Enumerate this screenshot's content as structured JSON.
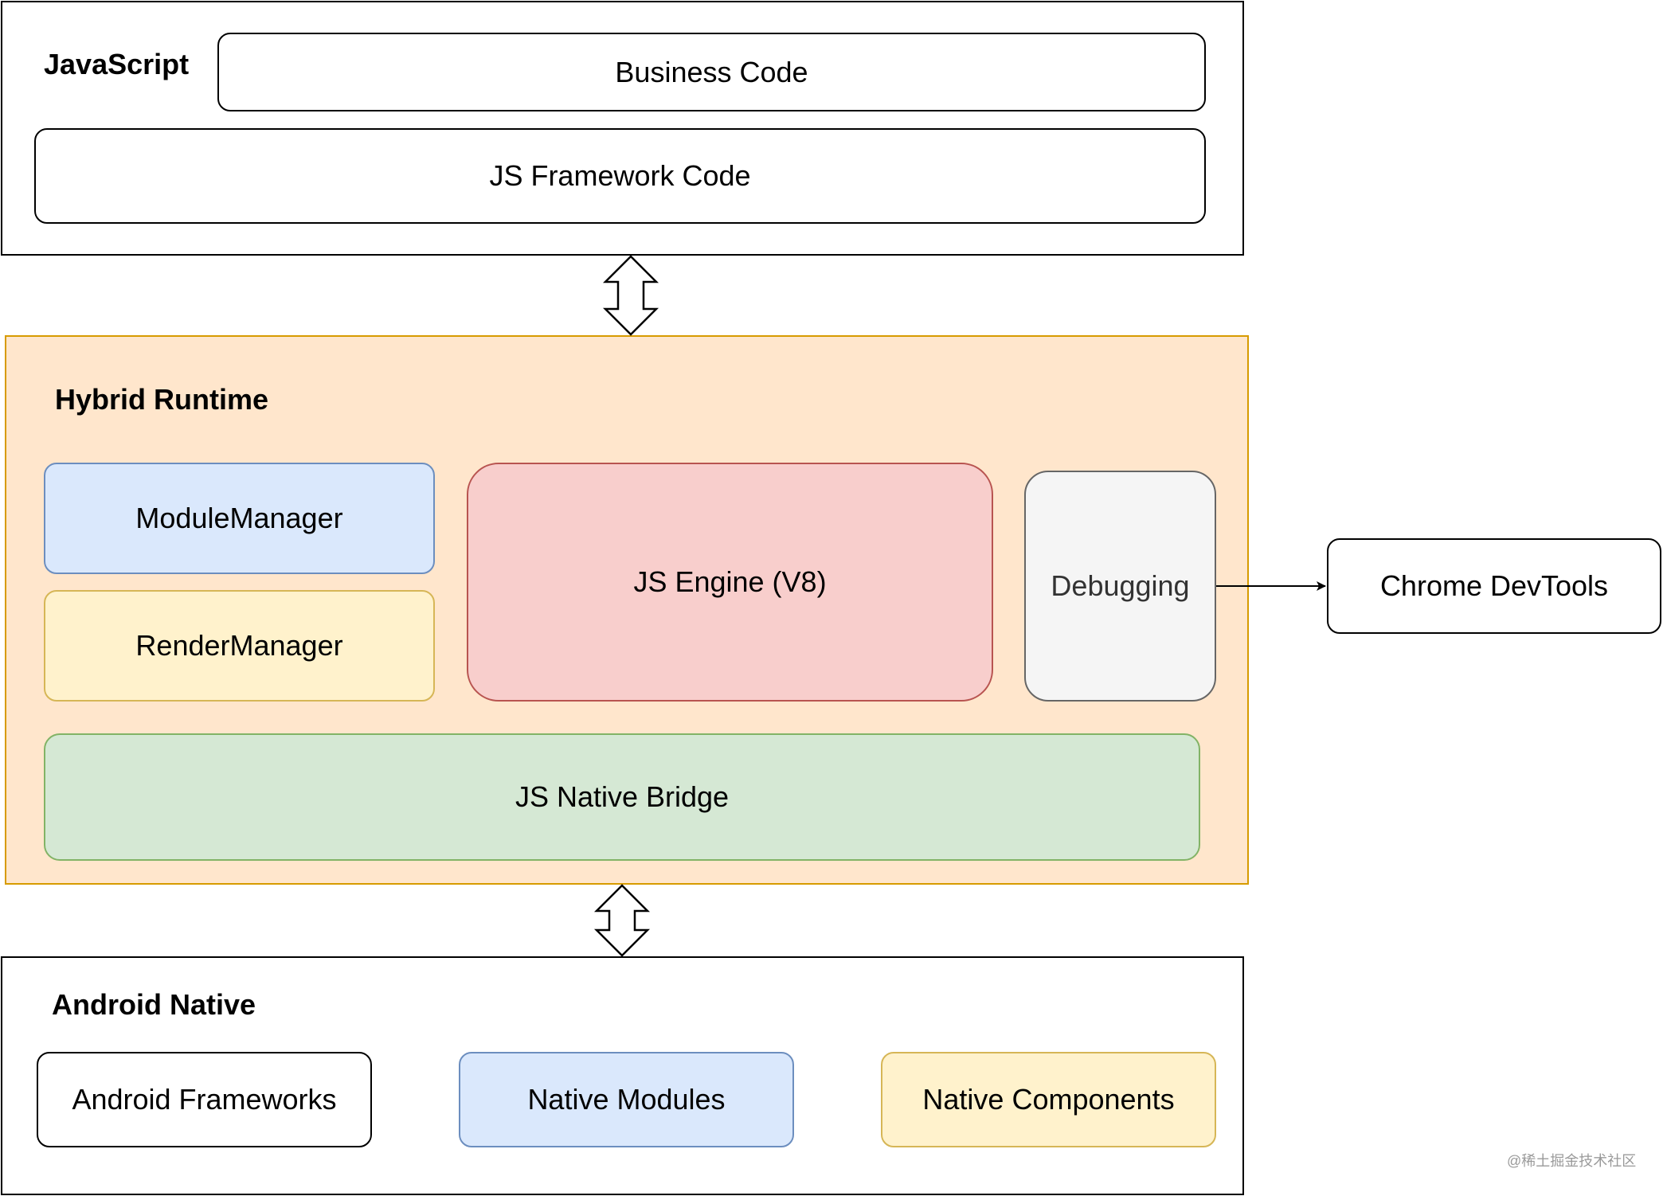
{
  "javascript_layer": {
    "title": "JavaScript",
    "business_code": "Business Code",
    "framework_code": "JS Framework Code"
  },
  "hybrid_runtime": {
    "title": "Hybrid Runtime",
    "module_manager": "ModuleManager",
    "render_manager": "RenderManager",
    "js_engine": "JS Engine (V8)",
    "debugging": "Debugging",
    "native_bridge": "JS Native Bridge"
  },
  "external": {
    "devtools": "Chrome DevTools"
  },
  "android_native": {
    "title": "Android Native",
    "frameworks": "Android Frameworks",
    "native_modules": "Native Modules",
    "native_components": "Native Components"
  },
  "watermark": "@稀土掘金技术社区",
  "colors": {
    "runtime_fill": "#ffe6cc",
    "runtime_stroke": "#d79b00",
    "blue_fill": "#dae8fc",
    "yellow_fill": "#fff2cc",
    "red_fill": "#f8cecc",
    "grey_fill": "#f5f5f5",
    "green_fill": "#d5e8d4"
  }
}
